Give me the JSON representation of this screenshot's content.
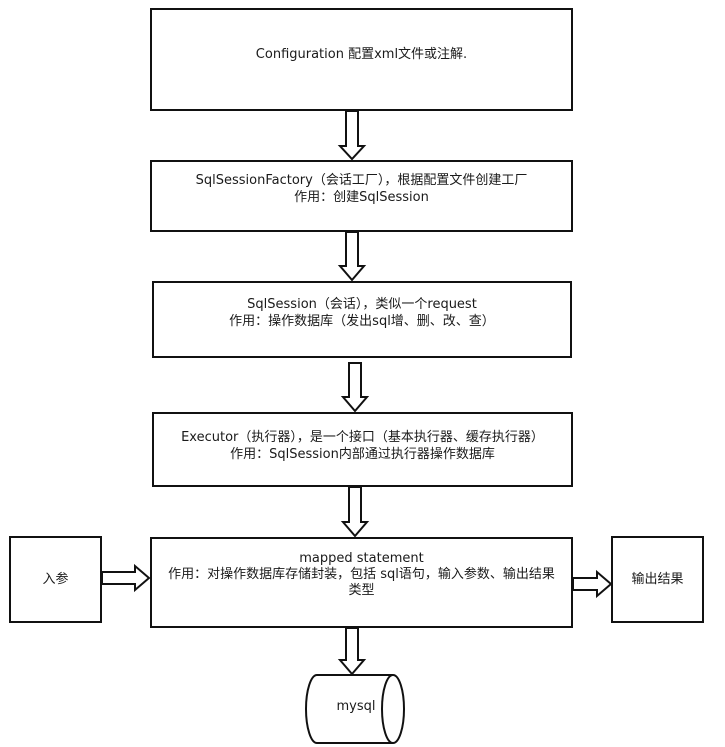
{
  "nodes": {
    "configuration": {
      "lines": [
        "Configuration 配置xml文件或注解."
      ]
    },
    "sqlsession_factory": {
      "lines": [
        "SqlSessionFactory（会话工厂），根据配置文件创建工厂",
        "作用：创建SqlSession"
      ]
    },
    "sqlsession": {
      "lines": [
        "SqlSession（会话），类似一个request",
        "作用：操作数据库（发出sql增、删、改、查）"
      ]
    },
    "executor": {
      "lines": [
        "Executor（执行器），是一个接口（基本执行器、缓存执行器）",
        "作用：SqlSession内部通过执行器操作数据库"
      ]
    },
    "mapped_statement": {
      "lines": [
        "mapped statement",
        "作用：对操作数据库存储封装，包括 sql语句，输入参数、输出结果类型"
      ]
    },
    "input_params": {
      "label": "入参"
    },
    "output_result": {
      "label": "输出结果"
    },
    "database": {
      "label": "mysql"
    }
  }
}
